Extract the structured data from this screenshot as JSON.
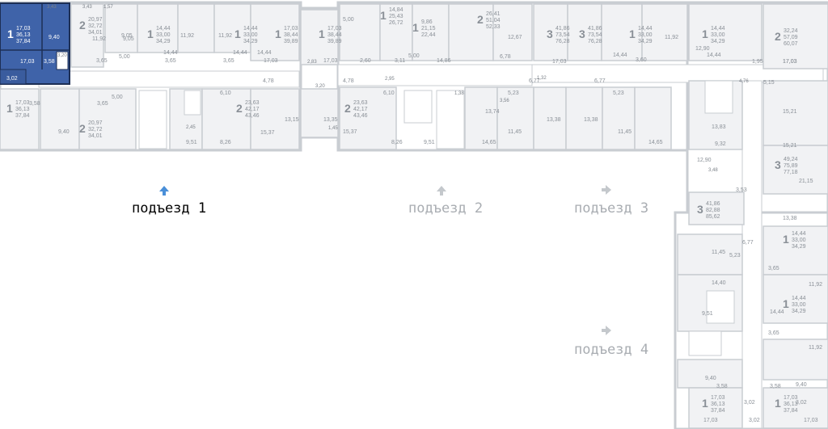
{
  "entrances": [
    {
      "label": "подъезд 1",
      "active": true,
      "arrow": "up",
      "color": "#4a8fd8"
    },
    {
      "label": "подъезд 2",
      "active": false,
      "arrow": "up",
      "color": "#c4c8cc"
    },
    {
      "label": "подъезд 3",
      "active": false,
      "arrow": "right",
      "color": "#c4c8cc"
    },
    {
      "label": "подъезд 4",
      "active": false,
      "arrow": "right",
      "color": "#c4c8cc"
    }
  ],
  "selected_apartment": {
    "rooms": "1",
    "living_area": "17,03",
    "area_1": "36,13",
    "area_2": "37,84",
    "kitchen": "9,40",
    "room": "17,03",
    "hall": "3,58",
    "loggia": "3,02",
    "bath": "3,20",
    "balcony": "3,43"
  },
  "apartments": [
    {
      "rooms": "2",
      "a1": "20,97",
      "a2": "32,72",
      "a3": "34,01"
    },
    {
      "rooms": "1",
      "a1": "14,44",
      "a2": "33,00",
      "a3": "34,29"
    },
    {
      "rooms": "1",
      "a1": "14,44",
      "a2": "33,00",
      "a3": "34,29"
    },
    {
      "rooms": "1",
      "a1": "17,03",
      "a2": "38,44",
      "a3": "39,89"
    },
    {
      "rooms": "1",
      "a1": "17,03",
      "a2": "36,13",
      "a3": "37,84"
    },
    {
      "rooms": "2",
      "a1": "20,97",
      "a2": "32,72",
      "a3": "34,01"
    },
    {
      "rooms": "2",
      "a1": "23,63",
      "a2": "42,17",
      "a3": "43,46"
    },
    {
      "rooms": "1",
      "a1": "17,03",
      "a2": "38,44",
      "a3": "39,89"
    },
    {
      "rooms": "1",
      "a1": "14,84",
      "a2": "25,43",
      "a3": "26,72"
    },
    {
      "rooms": "1",
      "a1": "9,86",
      "a2": "21,15",
      "a3": "22,44"
    },
    {
      "rooms": "2",
      "a1": "26,41",
      "a2": "51,04",
      "a3": "52,33"
    },
    {
      "rooms": "2",
      "a1": "23,63",
      "a2": "42,17",
      "a3": "43,46"
    },
    {
      "rooms": "3",
      "a1": "41,86",
      "a2": "73,54",
      "a3": "76,28"
    },
    {
      "rooms": "3",
      "a1": "41,86",
      "a2": "73,54",
      "a3": "76,28"
    },
    {
      "rooms": "1",
      "a1": "14,44",
      "a2": "33,00",
      "a3": "34,29"
    },
    {
      "rooms": "1",
      "a1": "14,44",
      "a2": "33,00",
      "a3": "34,29"
    },
    {
      "rooms": "2",
      "a1": "32,24",
      "a2": "57,09",
      "a3": "60,07"
    },
    {
      "rooms": "3",
      "a1": "49,24",
      "a2": "75,89",
      "a3": "77,18"
    },
    {
      "rooms": "3",
      "a1": "41,86",
      "a2": "82,88",
      "a3": "85,62"
    },
    {
      "rooms": "1",
      "a1": "14,44",
      "a2": "33,00",
      "a3": "34,29"
    },
    {
      "rooms": "1",
      "a1": "14,44",
      "a2": "33,00",
      "a3": "34,29"
    },
    {
      "rooms": "1",
      "a1": "17,03",
      "a2": "36,13",
      "a3": "37,84"
    },
    {
      "rooms": "1",
      "a1": "17,03",
      "a2": "36,13",
      "a3": "37,84"
    }
  ],
  "room_areas": [
    "9,05",
    "11,92",
    "11,92",
    "11,92",
    "14,44",
    "14,44",
    "14,44",
    "3,65",
    "3,65",
    "3,65",
    "5,00",
    "17,03",
    "17,03",
    "4,78",
    "5,00",
    "4,78",
    "2,60",
    "3,11",
    "5,00",
    "14,86",
    "6,78",
    "12,67",
    "17,03",
    "14,44",
    "14,44",
    "17,03",
    "12,90",
    "1,95",
    "3,60",
    "9,40",
    "3,58",
    "3,65",
    "5,00",
    "6,10",
    "9,51",
    "8,26",
    "15,37",
    "13,15",
    "13,35",
    "15,37",
    "6,10",
    "8,26",
    "9,51",
    "13,74",
    "5,23",
    "11,45",
    "14,65",
    "13,38",
    "13,38",
    "11,45",
    "14,65",
    "6,77",
    "5,23",
    "6,77",
    "9,05",
    "11,92",
    "17,03",
    "5,15",
    "15,21",
    "15,21",
    "13,83",
    "9,32",
    "21,15",
    "12,90",
    "3,53",
    "13,38",
    "6,77",
    "11,45",
    "5,23",
    "14,40",
    "9,51",
    "3,65",
    "11,92",
    "14,44",
    "3,65",
    "11,92",
    "9,40",
    "9,40",
    "3,58",
    "3,58",
    "3,02",
    "3,02",
    "17,03",
    "17,03",
    "3,02"
  ],
  "utility_areas": [
    "3,43",
    "1,57",
    "2,83",
    "3,20",
    "2,95",
    "1,38",
    "3,56",
    "1,32",
    "4,76",
    "3,48",
    "2,45",
    "1,45"
  ]
}
